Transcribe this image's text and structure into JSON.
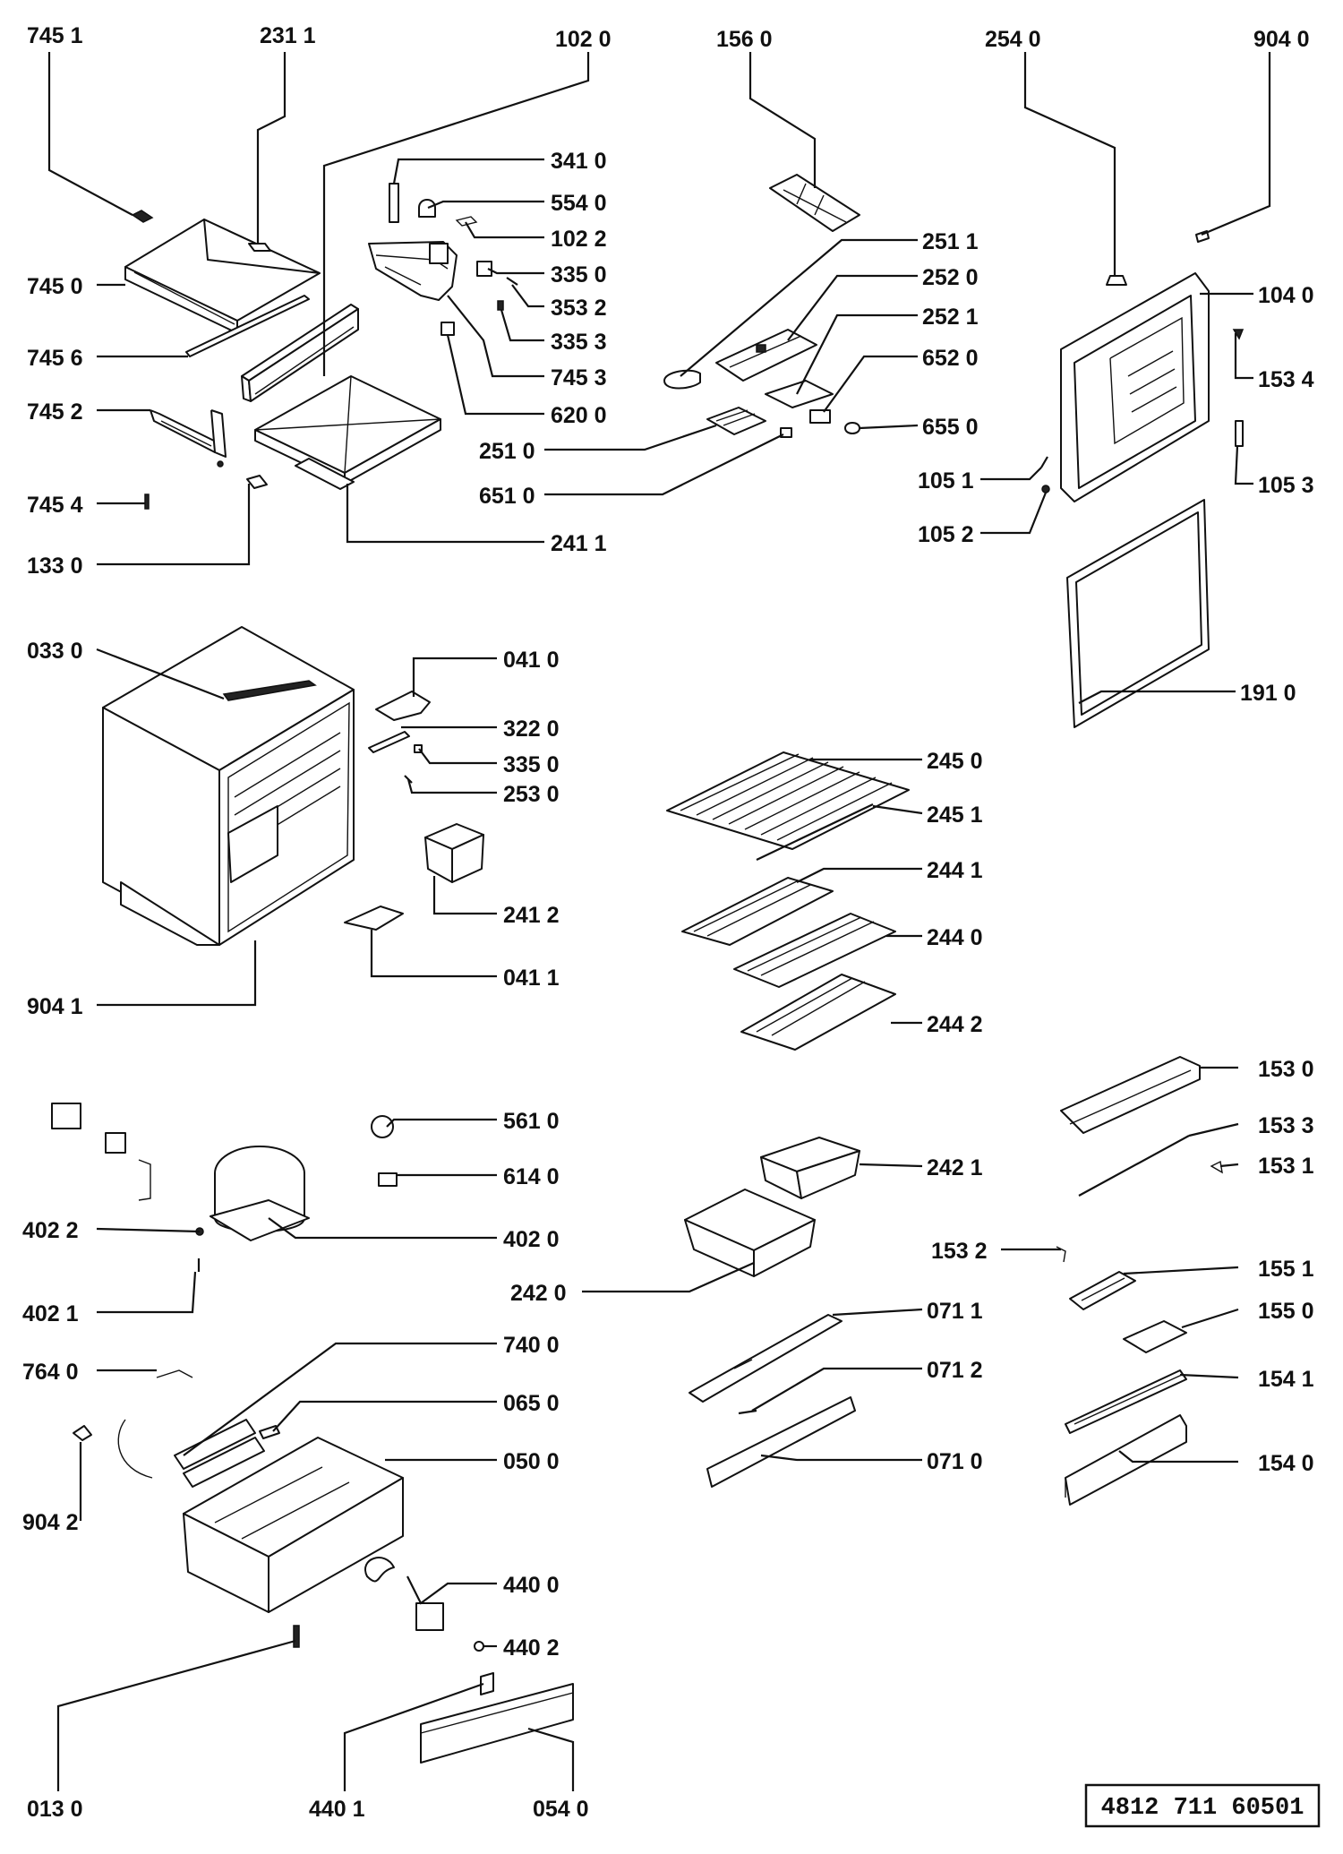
{
  "labels": [
    {
      "id": "745-1",
      "text": "745 1"
    },
    {
      "id": "231-1",
      "text": "231 1"
    },
    {
      "id": "102-0",
      "text": "102 0"
    },
    {
      "id": "156-0",
      "text": "156 0"
    },
    {
      "id": "254-0",
      "text": "254 0"
    },
    {
      "id": "904-0",
      "text": "904 0"
    },
    {
      "id": "341-0",
      "text": "341 0"
    },
    {
      "id": "554-0",
      "text": "554 0"
    },
    {
      "id": "102-2",
      "text": "102 2"
    },
    {
      "id": "335-0a",
      "text": "335 0"
    },
    {
      "id": "353-2",
      "text": "353 2"
    },
    {
      "id": "335-3",
      "text": "335 3"
    },
    {
      "id": "745-3",
      "text": "745 3"
    },
    {
      "id": "620-0",
      "text": "620 0"
    },
    {
      "id": "251-1",
      "text": "251 1"
    },
    {
      "id": "252-0",
      "text": "252 0"
    },
    {
      "id": "252-1",
      "text": "252 1"
    },
    {
      "id": "652-0",
      "text": "652 0"
    },
    {
      "id": "655-0",
      "text": "655 0"
    },
    {
      "id": "251-0",
      "text": "251 0"
    },
    {
      "id": "651-0",
      "text": "651 0"
    },
    {
      "id": "104-0",
      "text": "104 0"
    },
    {
      "id": "153-4",
      "text": "153 4"
    },
    {
      "id": "105-1",
      "text": "105 1"
    },
    {
      "id": "105-3",
      "text": "105 3"
    },
    {
      "id": "105-2",
      "text": "105 2"
    },
    {
      "id": "745-0",
      "text": "745 0"
    },
    {
      "id": "745-6",
      "text": "745 6"
    },
    {
      "id": "745-2",
      "text": "745 2"
    },
    {
      "id": "745-4",
      "text": "745 4"
    },
    {
      "id": "133-0",
      "text": "133 0"
    },
    {
      "id": "241-1",
      "text": "241 1"
    },
    {
      "id": "033-0",
      "text": "033 0"
    },
    {
      "id": "041-0",
      "text": "041 0"
    },
    {
      "id": "322-0",
      "text": "322 0"
    },
    {
      "id": "335-0b",
      "text": "335 0"
    },
    {
      "id": "253-0",
      "text": "253 0"
    },
    {
      "id": "191-0",
      "text": "191 0"
    },
    {
      "id": "245-0",
      "text": "245 0"
    },
    {
      "id": "245-1",
      "text": "245 1"
    },
    {
      "id": "244-1",
      "text": "244 1"
    },
    {
      "id": "241-2",
      "text": "241 2"
    },
    {
      "id": "244-0",
      "text": "244 0"
    },
    {
      "id": "041-1",
      "text": "041 1"
    },
    {
      "id": "904-1",
      "text": "904 1"
    },
    {
      "id": "244-2",
      "text": "244 2"
    },
    {
      "id": "153-0",
      "text": "153 0"
    },
    {
      "id": "561-0",
      "text": "561 0"
    },
    {
      "id": "153-3",
      "text": "153 3"
    },
    {
      "id": "614-0",
      "text": "614 0"
    },
    {
      "id": "242-1",
      "text": "242 1"
    },
    {
      "id": "153-1",
      "text": "153 1"
    },
    {
      "id": "402-2",
      "text": "402 2"
    },
    {
      "id": "402-0",
      "text": "402 0"
    },
    {
      "id": "153-2",
      "text": "153 2"
    },
    {
      "id": "155-1",
      "text": "155 1"
    },
    {
      "id": "242-0",
      "text": "242 0"
    },
    {
      "id": "402-1",
      "text": "402 1"
    },
    {
      "id": "071-1",
      "text": "071 1"
    },
    {
      "id": "155-0",
      "text": "155 0"
    },
    {
      "id": "740-0",
      "text": "740 0"
    },
    {
      "id": "764-0",
      "text": "764 0"
    },
    {
      "id": "071-2",
      "text": "071 2"
    },
    {
      "id": "154-1",
      "text": "154 1"
    },
    {
      "id": "065-0",
      "text": "065 0"
    },
    {
      "id": "050-0",
      "text": "050 0"
    },
    {
      "id": "071-0",
      "text": "071 0"
    },
    {
      "id": "154-0",
      "text": "154 0"
    },
    {
      "id": "904-2",
      "text": "904 2"
    },
    {
      "id": "440-0",
      "text": "440 0"
    },
    {
      "id": "440-2",
      "text": "440 2"
    },
    {
      "id": "013-0",
      "text": "013 0"
    },
    {
      "id": "440-1",
      "text": "440 1"
    },
    {
      "id": "054-0",
      "text": "054 0"
    }
  ],
  "document_number": "4812 711 60501"
}
